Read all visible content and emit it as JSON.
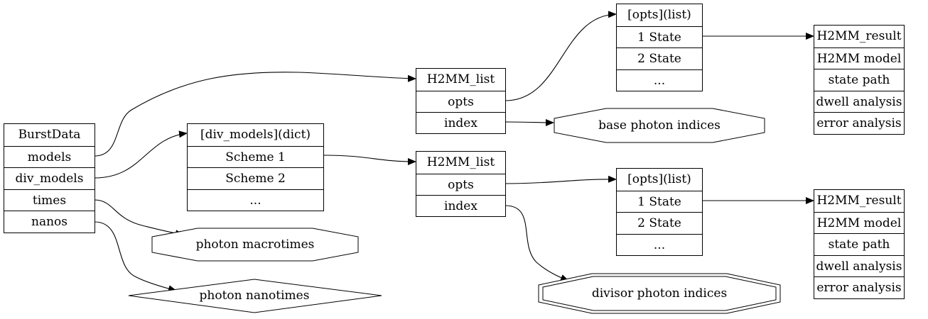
{
  "records": {
    "burst": [
      "BurstData",
      "models",
      "div_models",
      "times",
      "nanos"
    ],
    "divmodels": [
      "[div_models](dict)",
      "Scheme 1",
      "Scheme 2",
      "..."
    ],
    "h2mm_top": [
      "H2MM_list",
      "opts",
      "index"
    ],
    "h2mm_bot": [
      "H2MM_list",
      "opts",
      "index"
    ],
    "opts_top": [
      "[opts](list)",
      "1 State",
      "2 State",
      "..."
    ],
    "opts_bot": [
      "[opts](list)",
      "1 State",
      "2 State",
      "..."
    ],
    "result_top": [
      "H2MM_result",
      "H2MM model",
      "state path",
      "dwell analysis",
      "error analysis"
    ],
    "result_bot": [
      "H2MM_result",
      "H2MM model",
      "state path",
      "dwell analysis",
      "error analysis"
    ]
  },
  "shapes": {
    "base_photon": "base photon indices",
    "macrotimes": "photon macrotimes",
    "nanotimes": "photon nanotimes",
    "divisor_photon": "divisor photon indices"
  }
}
